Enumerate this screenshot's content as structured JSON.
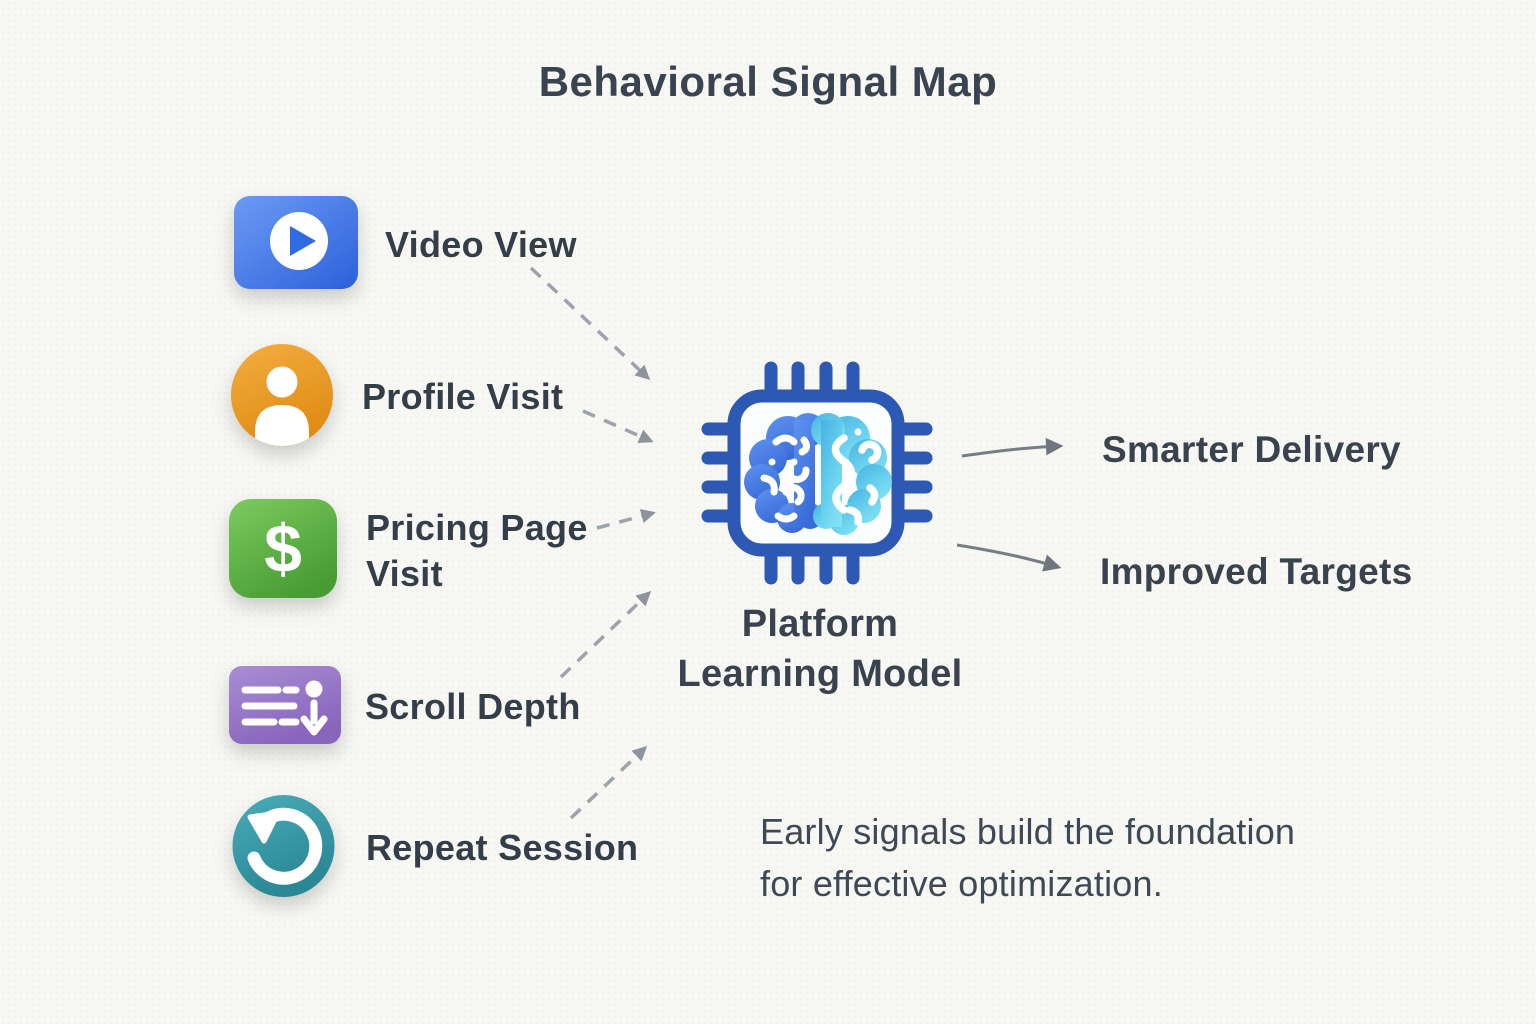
{
  "title": "Behavioral Signal Map",
  "signals": [
    {
      "label": "Video View",
      "icon": "video-play-icon",
      "color": "#3b6fe3"
    },
    {
      "label": "Profile Visit",
      "icon": "user-icon",
      "color": "#eda32e"
    },
    {
      "label": "Pricing Page\nVisit",
      "icon": "dollar-icon",
      "color": "#5fb24a"
    },
    {
      "label": "Scroll Depth",
      "icon": "scroll-depth-icon",
      "color": "#9678c7"
    },
    {
      "label": "Repeat Session",
      "icon": "repeat-icon",
      "color": "#3a9daa"
    }
  ],
  "center": {
    "icon": "chip-brain-icon",
    "label": "Platform\nLearning Model"
  },
  "outputs": [
    {
      "label": "Smarter Delivery"
    },
    {
      "label": "Improved Targets"
    }
  ],
  "caption": "Early signals build the foundation\nfor effective optimization.",
  "colors": {
    "background": "#f7f7f4",
    "text": "#3a4350",
    "chip_outline": "#2d59b5",
    "brain_left": "#4a82e6",
    "brain_right": "#5ecde9",
    "dashed_arrow": "#9da3aa",
    "solid_arrow": "#777d85"
  }
}
